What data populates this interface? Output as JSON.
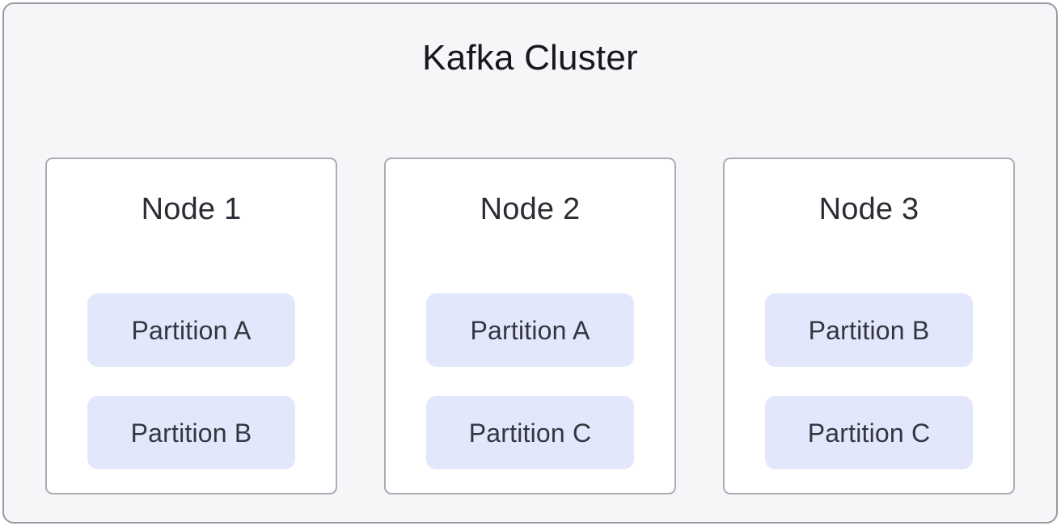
{
  "diagram": {
    "type": "kafka-cluster-topology",
    "title": "Kafka Cluster",
    "colors": {
      "page_background": "#ffffff",
      "cluster_background": "#f6f6f8",
      "cluster_border": "#9a9aa4",
      "node_background": "#ffffff",
      "node_border": "#abacb4",
      "partition_background": "#e3e7fb",
      "title_text": "#18181c",
      "node_title_text": "#2b2d35",
      "partition_text": "#33363f"
    },
    "nodes": [
      {
        "label": "Node 1",
        "partitions": [
          {
            "label": "Partition A"
          },
          {
            "label": "Partition B"
          }
        ]
      },
      {
        "label": "Node 2",
        "partitions": [
          {
            "label": "Partition A"
          },
          {
            "label": "Partition C"
          }
        ]
      },
      {
        "label": "Node 3",
        "partitions": [
          {
            "label": "Partition B"
          },
          {
            "label": "Partition C"
          }
        ]
      }
    ]
  }
}
